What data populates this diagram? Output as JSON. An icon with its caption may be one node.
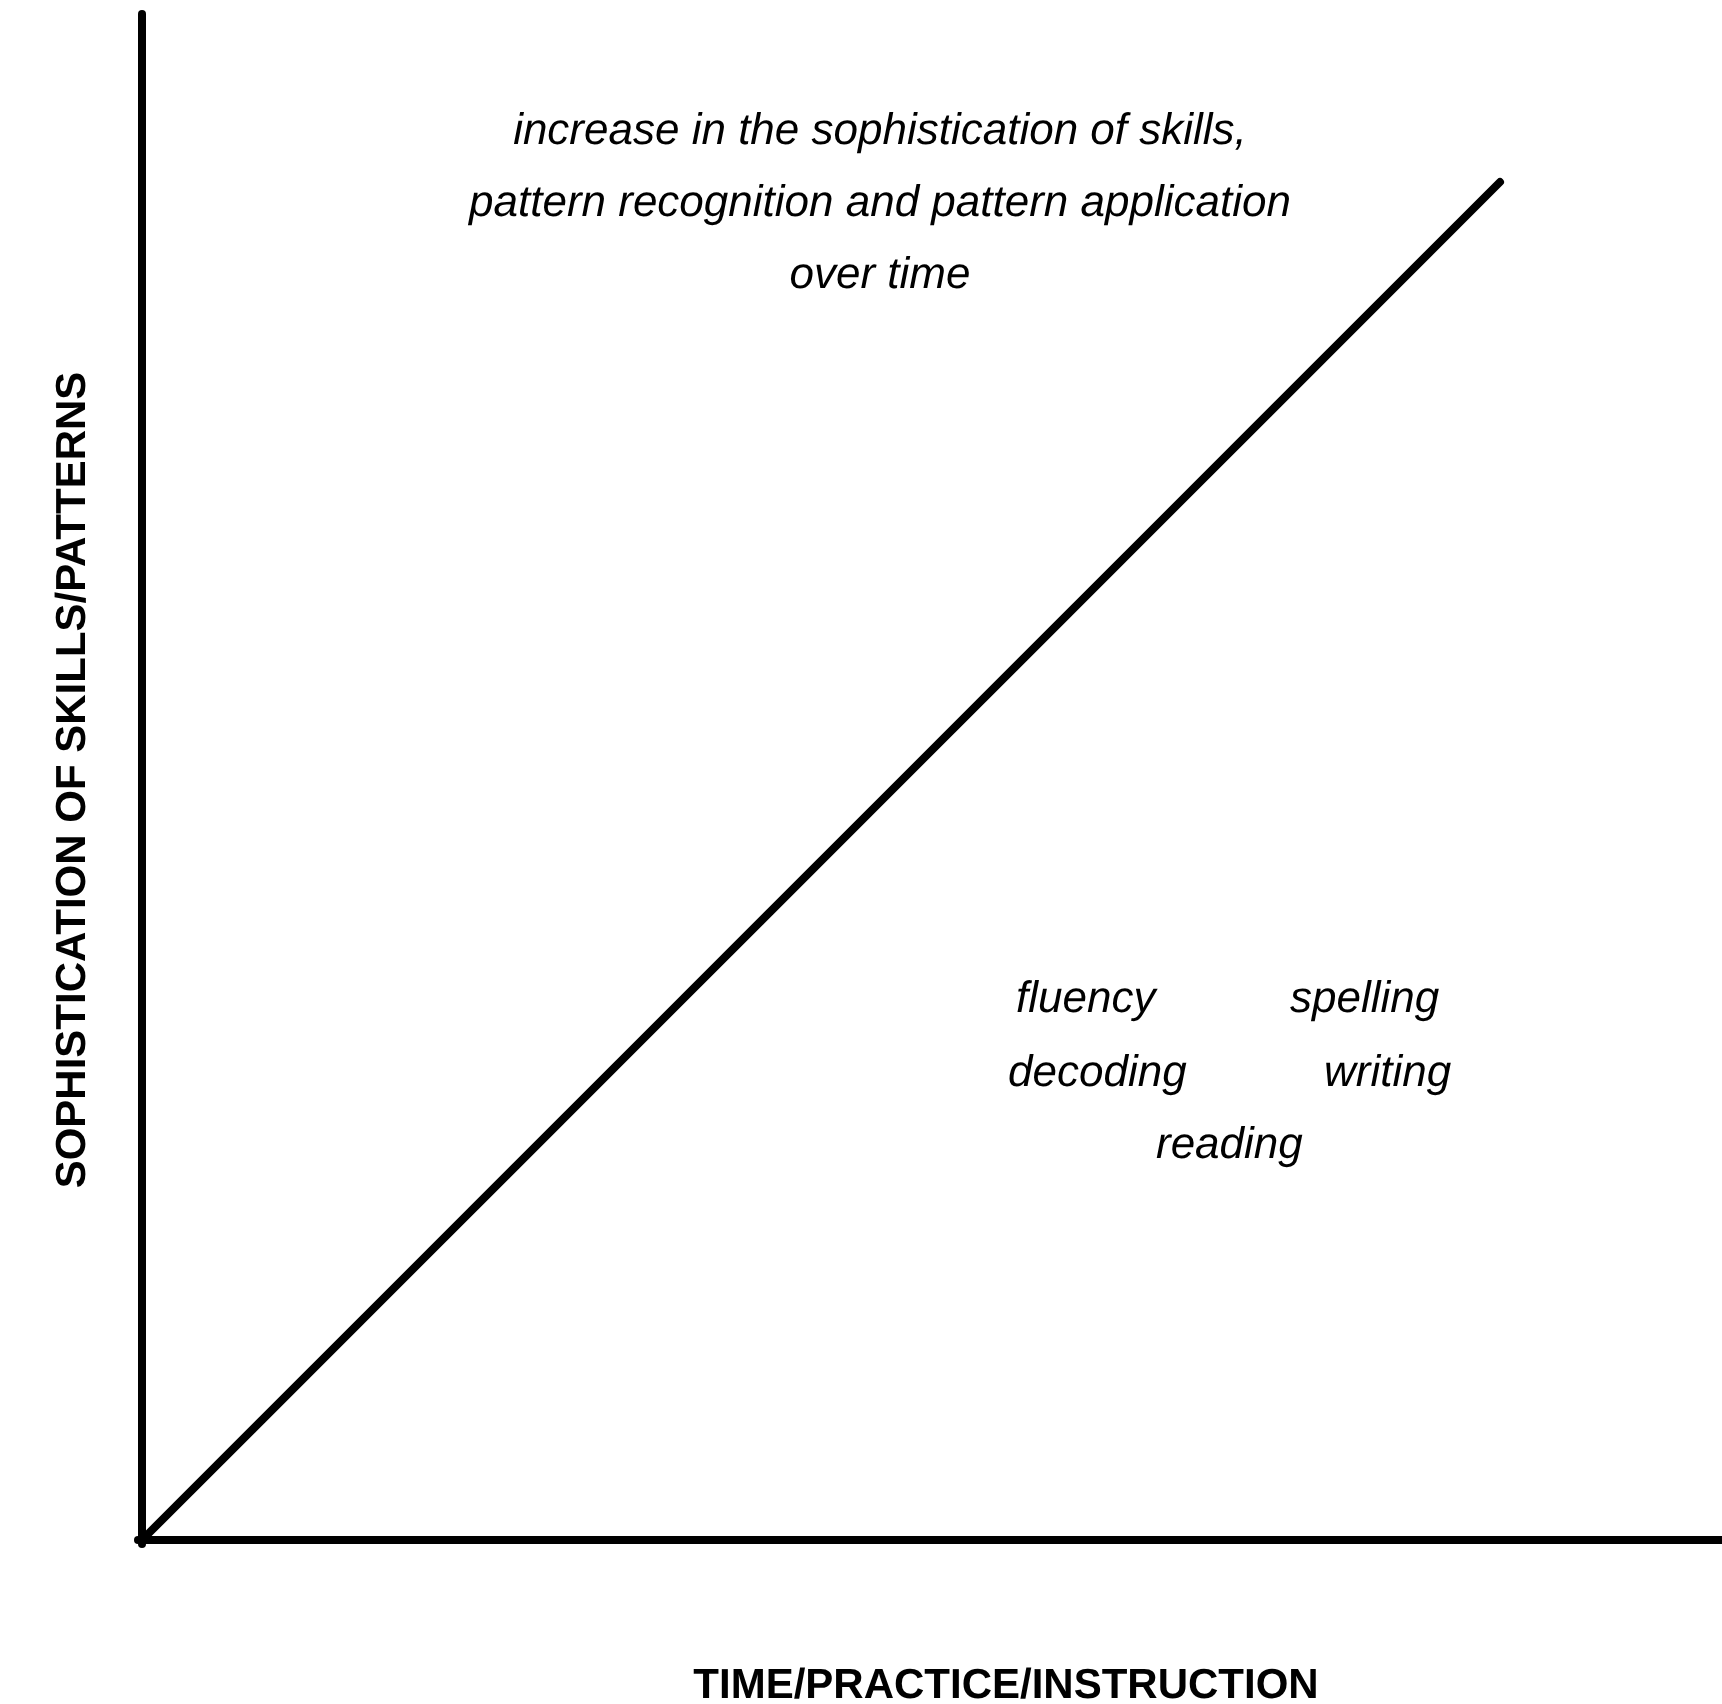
{
  "diagram": {
    "labels": [
      "SOPHISTICATION OF SKILLS/PATTERNS",
      "increase in the sophistication of skills, pattern recognition and pattern application over time",
      "fluency",
      "spelling",
      "decoding",
      "writing",
      "reading",
      "TIME/PRACTICE/INSTRUCTION"
    ]
  }
}
